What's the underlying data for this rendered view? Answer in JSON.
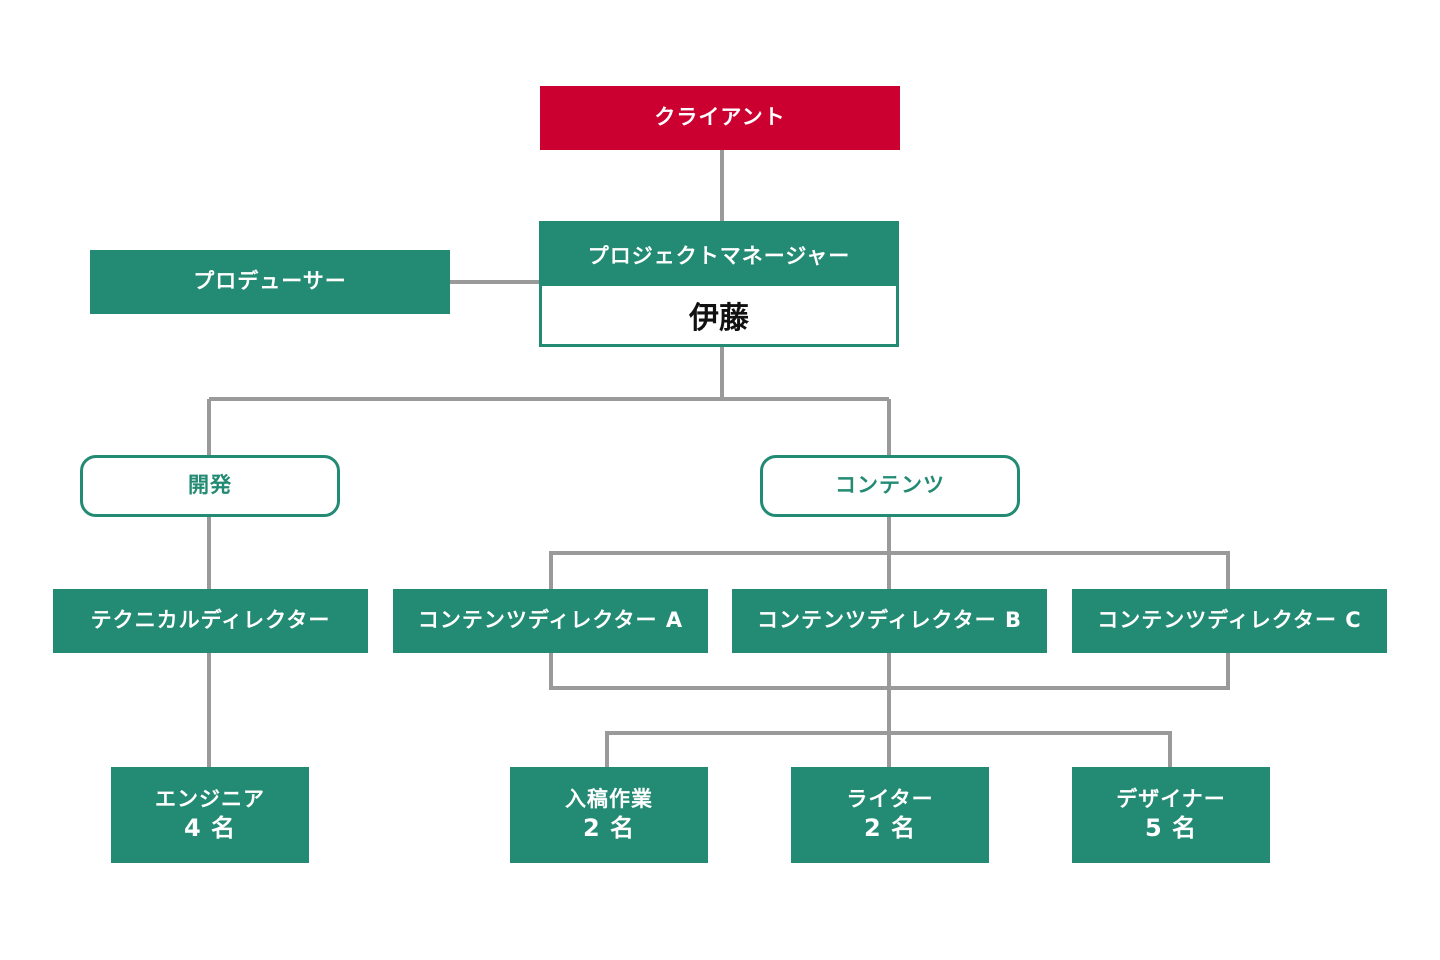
{
  "client": "クライアント",
  "project_manager": {
    "title": "プロジェクトマネージャー",
    "name": "伊藤"
  },
  "producer": "プロデューサー",
  "departments": {
    "development": "開発",
    "contents": "コンテンツ"
  },
  "technical_director": "テクニカルディレクター",
  "content_directors": [
    "コンテンツディレクター A",
    "コンテンツディレクター B",
    "コンテンツディレクター C"
  ],
  "teams": {
    "engineer": {
      "role": "エンジニア",
      "count": "4 名"
    },
    "submission": {
      "role": "入稿作業",
      "count": "2 名"
    },
    "writer": {
      "role": "ライター",
      "count": "2 名"
    },
    "designer": {
      "role": "デザイナー",
      "count": "5 名"
    }
  },
  "colors": {
    "green": "#238a73",
    "red": "#cc0030",
    "connector": "#9a9a9a"
  }
}
